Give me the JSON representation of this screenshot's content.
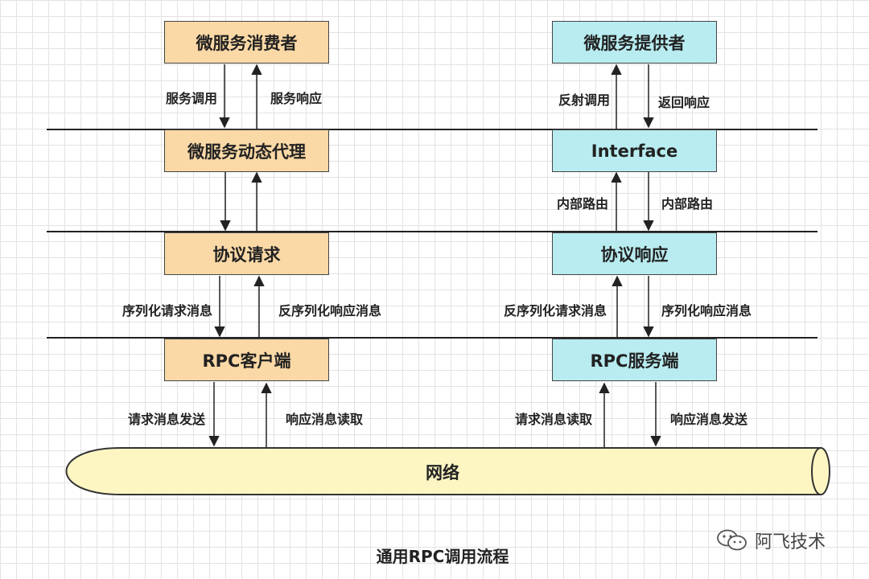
{
  "consumer": {
    "consumer_box": "微服务消费者",
    "proxy_box": "微服务动态代理",
    "protocol_box": "协议请求",
    "client_box": "RPC客户端",
    "service_call": "服务调用",
    "service_response": "服务响应",
    "serialize_request": "序列化请求消息",
    "deserialize_response": "反序列化响应消息",
    "send_request": "请求消息发送",
    "read_response": "响应消息读取"
  },
  "provider": {
    "provider_box": "微服务提供者",
    "interface_box": "Interface",
    "protocol_box": "协议响应",
    "server_box": "RPC服务端",
    "reflect_call": "反射调用",
    "return_response": "返回响应",
    "internal_route_up": "内部路由",
    "internal_route_down": "内部路由",
    "deserialize_request": "反序列化请求消息",
    "serialize_response": "序列化响应消息",
    "read_request": "请求消息读取",
    "send_response": "响应消息发送"
  },
  "network_label": "网络",
  "caption": "通用RPC调用流程",
  "watermark": "阿飞技术",
  "colors": {
    "consumer_fill": "#fbd9a6",
    "provider_fill": "#b8ecf0",
    "network_fill": "#fdf6c3",
    "line": "#222222"
  }
}
